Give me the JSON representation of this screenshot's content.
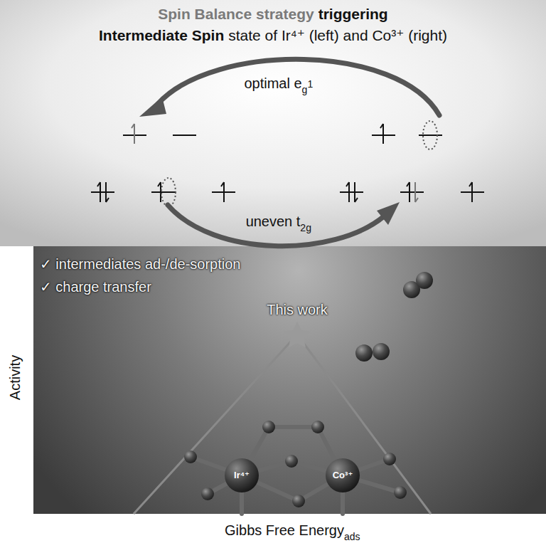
{
  "diagram": {
    "labels": [
      "Spin Balance strategy",
      "triggering",
      "Intermediate Spin",
      "state of Ir⁴⁺ (left) and Co³⁺ (right)",
      "optimal e",
      "g",
      "1",
      "uneven t",
      "2g",
      "✓ intermediates ad-/de-sorption",
      "✓ charge transfer",
      "This work",
      "Activity",
      "Gibbs Free Energy",
      "ads",
      "Ir⁴⁺",
      "Co³⁺"
    ]
  }
}
